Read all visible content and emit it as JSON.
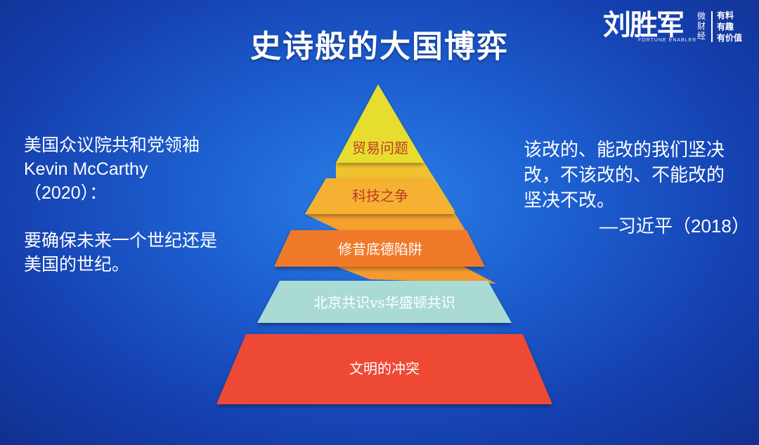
{
  "title": "史诗般的大国博弈",
  "logo": {
    "main": "刘胜军",
    "sub": "FORTUNE ENABLER",
    "vertical": [
      "微",
      "财",
      "经"
    ],
    "tags": [
      "有料",
      "有趣",
      "有价值"
    ]
  },
  "left_quote": {
    "lines": [
      "美国众议院共和党领袖",
      "Kevin McCarthy",
      "（2020）：",
      "要确保未来一个世纪还是",
      "美国的世纪。"
    ]
  },
  "right_quote": {
    "lines": [
      "该改的、能改的我们坚决",
      "改，不该改的、不能改的",
      "坚决不改。"
    ],
    "signature": "—习近平（2018）"
  },
  "pyramid": {
    "levels": [
      {
        "label": "贸易问题",
        "color": "#e6dd2f",
        "text_color": "#c0392b"
      },
      {
        "label": "科技之争",
        "color": "#f5b233",
        "text_color": "#c0392b"
      },
      {
        "label": "修昔底德陷阱",
        "color": "#f07a2c",
        "text_color": "#ffffff"
      },
      {
        "label": "北京共识vs华盛顿共识",
        "color": "#a9dbd4",
        "text_color": "#ffffff"
      },
      {
        "label": "文明的冲突",
        "color": "#ee4a35",
        "text_color": "#ffffff"
      }
    ]
  }
}
